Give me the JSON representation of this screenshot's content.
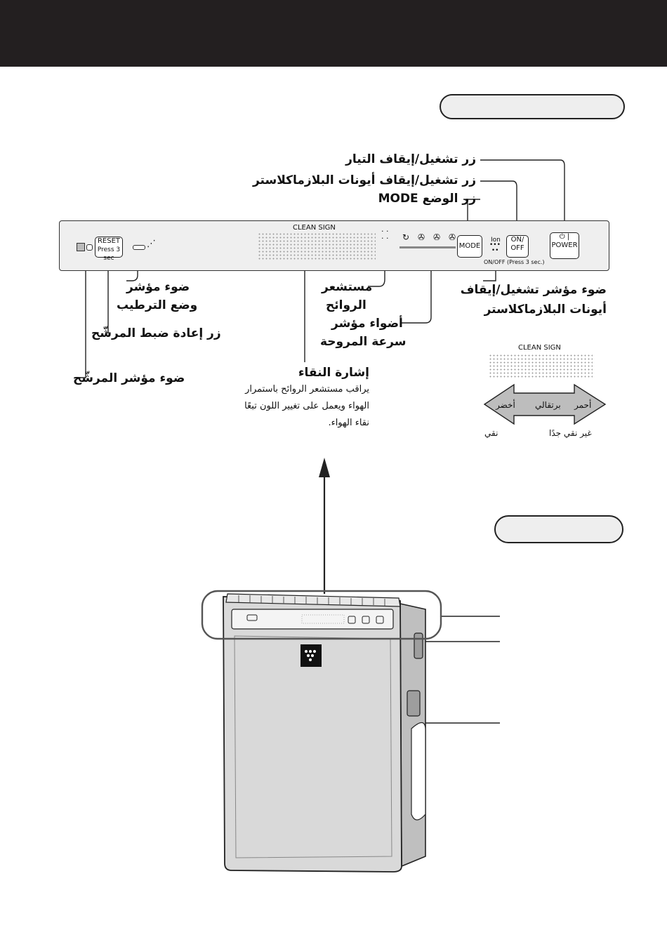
{
  "labels": {
    "power_button": "زر تشغيل/إيقاف التيار",
    "plasma_onoff_button": "زر تشغيل/إيقاف أيونات البلازماكلاستر",
    "mode_button": "زر الوضع MODE",
    "humidify_light_1": "ضوء مؤشر",
    "humidify_light_2": "وضع الترطيب",
    "odor_sensor_1": "مستشعر",
    "odor_sensor_2": "الروائح",
    "plasma_light_1": "ضوء مؤشر تشغيل/إيقاف",
    "plasma_light_2": "أيونات البلازماكلاستر",
    "fan_speed_1": "أضواء مؤشر",
    "fan_speed_2": "سرعة المروحة",
    "filter_reset": "زر إعادة ضبط المرشّح",
    "filter_light": "ضوء مؤشر المرشّح",
    "clean_sign_title": "إشارة النقاء",
    "clean_sign_desc_1": "يراقب مستشعر الروائح باستمرار",
    "clean_sign_desc_2": "الهواء ويعمل على تغيير اللون تبعًا",
    "clean_sign_desc_3": "نقاء الهواء."
  },
  "panel": {
    "reset_label": "RESET",
    "reset_sub": "Press 3 sec",
    "clean_sign": "CLEAN SIGN",
    "mode_label": "MODE",
    "onoff_line1": "ON/",
    "onoff_line2": "OFF",
    "power_symbol": "⏻ |",
    "power_label": "POWER",
    "ion_label": "Ion",
    "ion_onoff": "ON/OFF (Press 3 sec.)"
  },
  "scale": {
    "title": "CLEAN SIGN",
    "red": "أحمر",
    "orange": "برتقالي",
    "green": "أخضر",
    "very_dirty": "غير نقي جدًا",
    "clean": "نقي"
  },
  "colors": {
    "topbar": "#231f20",
    "pill": "#eeeeee",
    "unit_body": "#d9d9d9"
  },
  "icons": [
    "humidify-icon",
    "filter-light-icon",
    "fan-auto-icon",
    "fan-low-icon",
    "fan-mid-icon",
    "fan-high-icon",
    "sharp-logo-icon",
    "power-icon"
  ]
}
